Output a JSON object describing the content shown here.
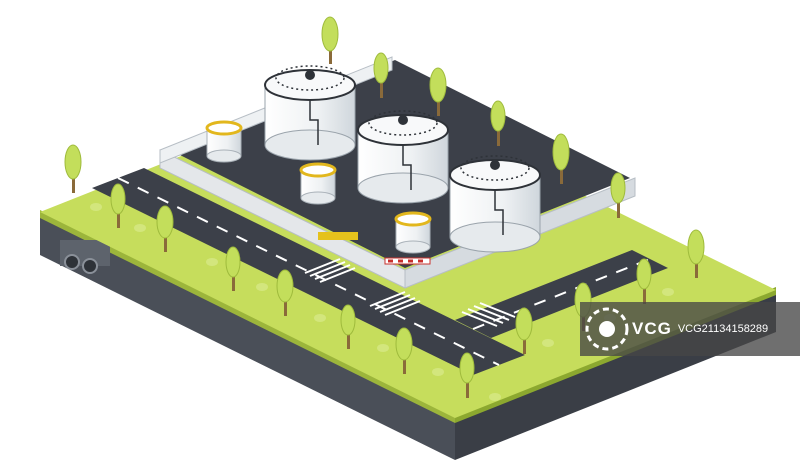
{
  "scene": {
    "subject": "",
    "tank_count": 3,
    "small_tank_count": 3,
    "colors": {
      "grass": "#bcd64f",
      "grass_top": "#c6dd5c",
      "base_side": "#4a4f58",
      "base_side_dark": "#3a3e46",
      "asphalt": "#3c4049",
      "tank": "#f2f4f5",
      "fence": "#e4e7ea",
      "tree": "#c3de5b",
      "trunk": "#8a6a3a"
    }
  },
  "watermark": {
    "brand": "VCG",
    "id": "VCG21134158289"
  }
}
